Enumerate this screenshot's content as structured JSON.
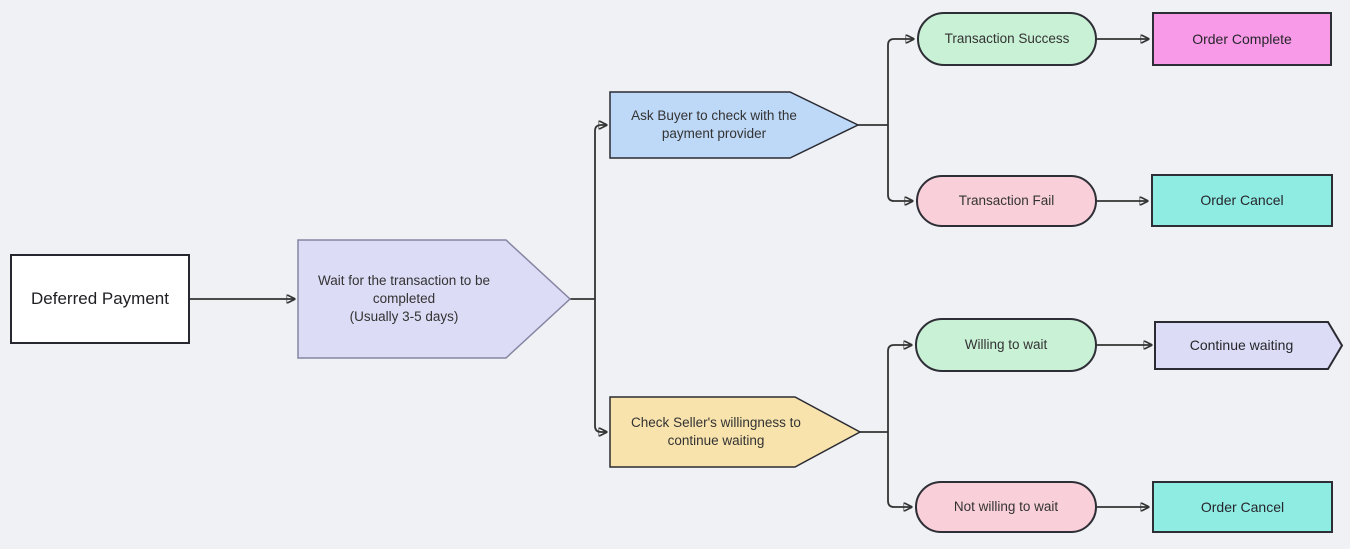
{
  "diagram": {
    "title": "Deferred payment resolution flowchart",
    "background": "#f0f1f4",
    "edge_color": "#333333",
    "text_color": "#333333",
    "nodes": {
      "deferred_payment": {
        "label": "Deferred Payment",
        "shape": "rectangle",
        "fill": "#ffffff"
      },
      "wait": {
        "label": "Wait for the transaction to be\ncompleted\n(Usually 3-5 days)",
        "shape": "arrow-pentagon",
        "fill": "#dcdcf6",
        "border": "#8585a2"
      },
      "ask_buyer": {
        "label": "Ask Buyer to check with the\npayment provider",
        "shape": "arrow-pentagon",
        "fill": "#bed8f7",
        "border": "#2b2b33"
      },
      "transaction_success": {
        "label": "Transaction Success",
        "shape": "stadium",
        "fill": "#c9f1d6",
        "border": "#2e2e36"
      },
      "transaction_fail": {
        "label": "Transaction Fail",
        "shape": "stadium",
        "fill": "#f9d0d9",
        "border": "#2e2e36"
      },
      "order_complete": {
        "label": "Order Complete",
        "shape": "rectangle",
        "fill": "#f99ae8",
        "border": "#2e2e36"
      },
      "order_cancel_top": {
        "label": "Order Cancel",
        "shape": "rectangle",
        "fill": "#8fece3",
        "border": "#2e2e36"
      },
      "check_seller": {
        "label": "Check Seller's willingness to\ncontinue waiting",
        "shape": "arrow-pentagon",
        "fill": "#f8e3ad",
        "border": "#2b2b33"
      },
      "willing_to_wait": {
        "label": "Willing to wait",
        "shape": "stadium",
        "fill": "#c9f1d6",
        "border": "#2e2e36"
      },
      "not_willing_to_wait": {
        "label": "Not willing to wait",
        "shape": "stadium",
        "fill": "#f9d0d9",
        "border": "#2e2e36"
      },
      "continue_waiting": {
        "label": "Continue waiting",
        "shape": "arrow-pentagon",
        "fill": "#dcdcf6",
        "border": "#2b2b33"
      },
      "order_cancel_bottom": {
        "label": "Order Cancel",
        "shape": "rectangle",
        "fill": "#8fece3",
        "border": "#2e2e36"
      }
    },
    "edges": [
      {
        "from": "deferred_payment",
        "to": "wait"
      },
      {
        "from": "wait",
        "to": "ask_buyer"
      },
      {
        "from": "wait",
        "to": "check_seller"
      },
      {
        "from": "ask_buyer",
        "to": "transaction_success"
      },
      {
        "from": "ask_buyer",
        "to": "transaction_fail"
      },
      {
        "from": "transaction_success",
        "to": "order_complete"
      },
      {
        "from": "transaction_fail",
        "to": "order_cancel_top"
      },
      {
        "from": "check_seller",
        "to": "willing_to_wait"
      },
      {
        "from": "check_seller",
        "to": "not_willing_to_wait"
      },
      {
        "from": "willing_to_wait",
        "to": "continue_waiting"
      },
      {
        "from": "not_willing_to_wait",
        "to": "order_cancel_bottom"
      }
    ]
  }
}
